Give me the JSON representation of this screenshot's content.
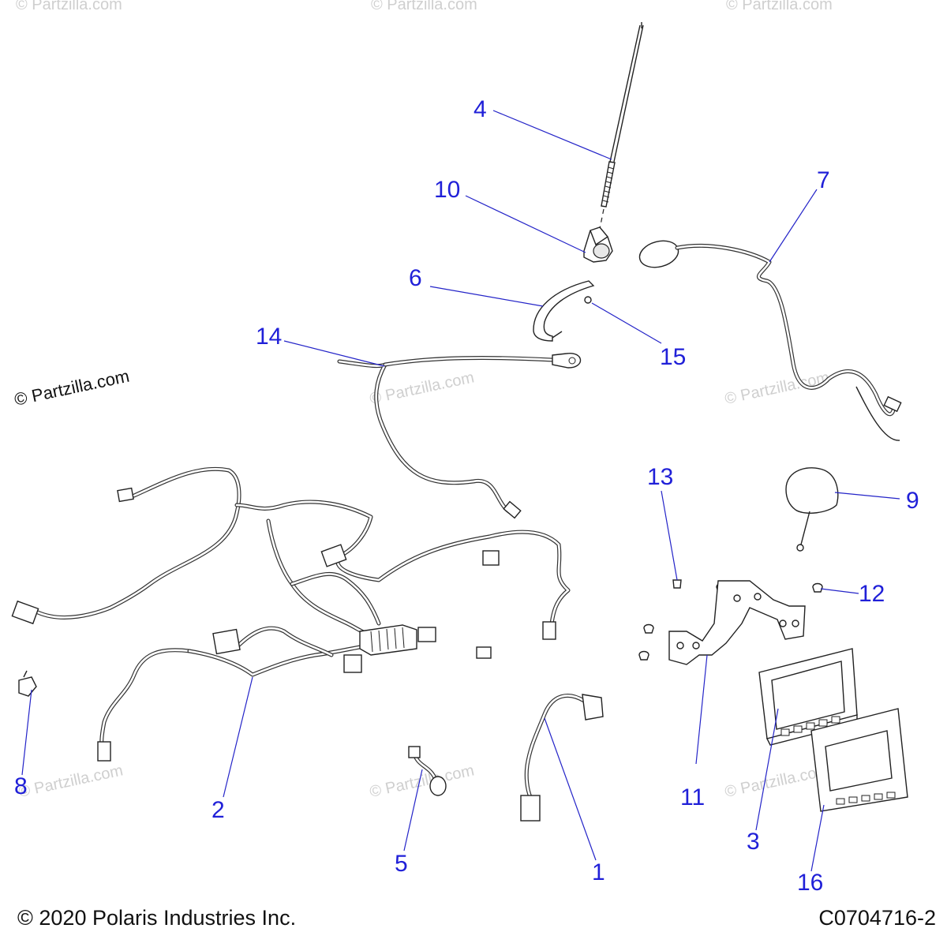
{
  "watermark": "© Partzilla.com",
  "credit": "© Partzilla.com",
  "copyright": "© 2020 Polaris Industries Inc.",
  "diagram_code": "C0704716-2",
  "callouts": [
    {
      "id": "1",
      "label": "1"
    },
    {
      "id": "2",
      "label": "2"
    },
    {
      "id": "3",
      "label": "3"
    },
    {
      "id": "4",
      "label": "4"
    },
    {
      "id": "5",
      "label": "5"
    },
    {
      "id": "6",
      "label": "6"
    },
    {
      "id": "7",
      "label": "7"
    },
    {
      "id": "8",
      "label": "8"
    },
    {
      "id": "9",
      "label": "9"
    },
    {
      "id": "10",
      "label": "10"
    },
    {
      "id": "11",
      "label": "11"
    },
    {
      "id": "12",
      "label": "12"
    },
    {
      "id": "13",
      "label": "13"
    },
    {
      "id": "14",
      "label": "14"
    },
    {
      "id": "15",
      "label": "15"
    },
    {
      "id": "16",
      "label": "16"
    }
  ],
  "colors": {
    "callout": "#2020d8",
    "leader": "#2424c8",
    "line_art": "#222222",
    "watermark": "#cfcfcf"
  }
}
